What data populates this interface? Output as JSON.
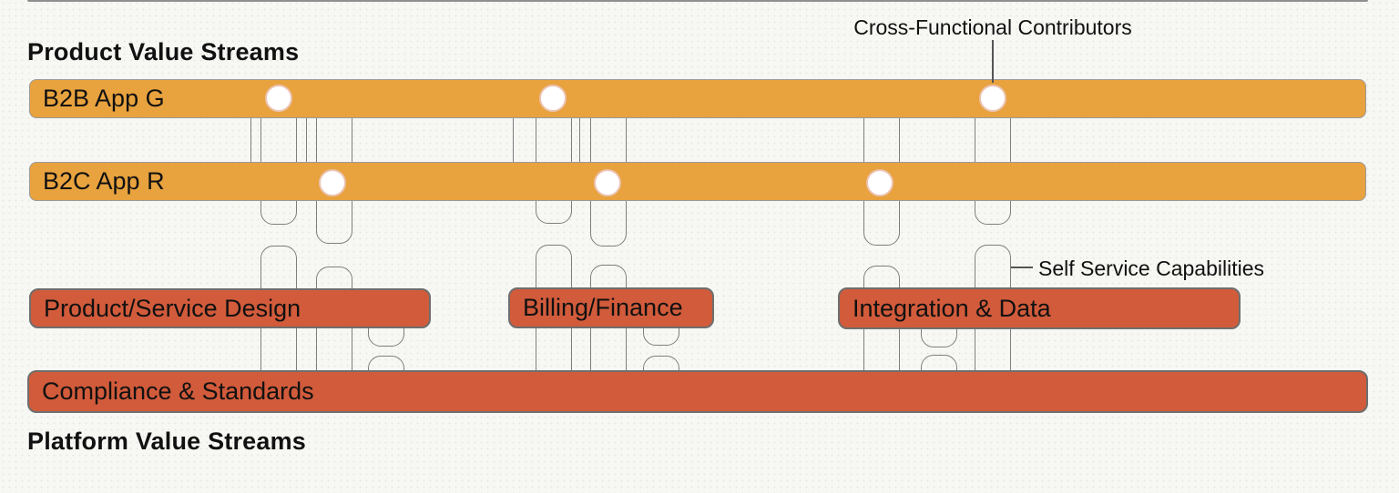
{
  "diagram": {
    "product_title": "Product Value Streams",
    "platform_title": "Platform Value Streams",
    "product_streams": [
      {
        "label": "B2B App G"
      },
      {
        "label": "B2C App R"
      }
    ],
    "platform_streams": [
      {
        "label": "Product/Service Design"
      },
      {
        "label": "Billing/Finance"
      },
      {
        "label": "Integration & Data"
      },
      {
        "label": "Compliance & Standards"
      }
    ],
    "callouts": {
      "cross_functional": "Cross-Functional Contributors",
      "self_service": "Self Service Capabilities"
    },
    "contributor_dots": {
      "on_b2b_count": 3,
      "on_b2c_count": 3
    },
    "colors": {
      "product_stream_fill": "#E8A23E",
      "platform_stream_fill": "#D15B3B",
      "bar_border": "#9A9A9A",
      "platform_bar_border": "#6E6E6E",
      "connector_border": "#7E7E7E",
      "contributor_dot_fill": "#FFFFFF",
      "contributor_dot_stroke": "#EBC3B0",
      "text": "#111111",
      "background": "#F7F7F4"
    }
  }
}
